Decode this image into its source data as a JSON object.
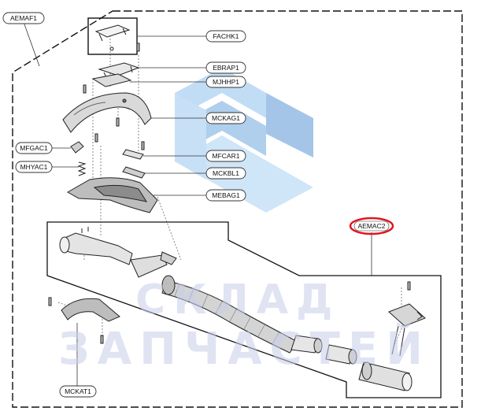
{
  "callouts": {
    "aemaf1": "AEMAF1",
    "fachk1": "FACHK1",
    "ebrap1": "EBRAP1",
    "mjhhp1": "MJHHP1",
    "mckag1": "MCKAG1",
    "mfgac1": "MFGAC1",
    "mhyac1": "MHYAC1",
    "mfcar1": "MFCAR1",
    "mckbl1": "MCKBL1",
    "mebag1": "MEBAG1",
    "aemac2": "AEMAC2",
    "mckat1": "MCKAT1"
  },
  "watermark": {
    "line1": "СКЛАД",
    "line2": "ЗАПЧАСТЕЙ"
  },
  "colors": {
    "highlight_ring": "#e0141e",
    "watermark_logo": "#6fa8e0",
    "watermark_text": "#c8cde8"
  }
}
